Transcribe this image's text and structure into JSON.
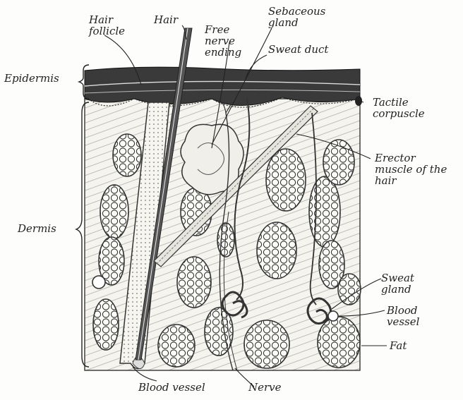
{
  "labels": {
    "hair_follicle": "Hair\nfollicle",
    "hair": "Hair",
    "free_nerve_ending": "Free\nnerve\nending",
    "sebaceous_gland": "Sebaceous\ngland",
    "sweat_duct": "Sweat duct",
    "epidermis": "Epidermis",
    "tactile_corpuscle": "Tactile\ncorpuscle",
    "erector_muscle": "Erector\nmuscle of the\nhair",
    "dermis": "Dermis",
    "sweat_gland": "Sweat\ngland",
    "blood_vessel_right": "Blood\nvessel",
    "fat": "Fat",
    "blood_vessel_bottom": "Blood vessel",
    "nerve": "Nerve"
  },
  "colors": {
    "ink": "#222222",
    "epidermis_band": "#3a3a3a",
    "tissue": "#f4f3ef"
  }
}
